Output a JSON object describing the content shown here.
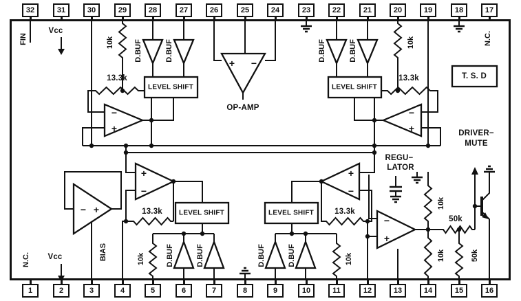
{
  "pins": {
    "top": [
      "32",
      "31",
      "30",
      "29",
      "28",
      "27",
      "26",
      "25",
      "24",
      "23",
      "22",
      "21",
      "20",
      "19",
      "18",
      "17"
    ],
    "bottom": [
      "1",
      "2",
      "3",
      "4",
      "5",
      "6",
      "7",
      "8",
      "9",
      "10",
      "11",
      "12",
      "13",
      "14",
      "15",
      "16"
    ]
  },
  "labels": {
    "fin": "FIN",
    "vcc": "Vcc",
    "nc": "N.C.",
    "bias": "BIAS",
    "dbuf": "D.BUF",
    "r10k": "10k",
    "r13k": "13.3k",
    "r50k": "50k",
    "level_shift": "LEVEL SHIFT",
    "opamp": "OP-AMP",
    "tsd": "T. S. D",
    "regulator_line1": "REGU−",
    "regulator_line2": "LATOR",
    "driver_mute_line1": "DRIVER−",
    "driver_mute_line2": "MUTE",
    "plus": "+",
    "minus": "−"
  },
  "colors": {
    "ink": "#111111",
    "background": "#ffffff"
  }
}
